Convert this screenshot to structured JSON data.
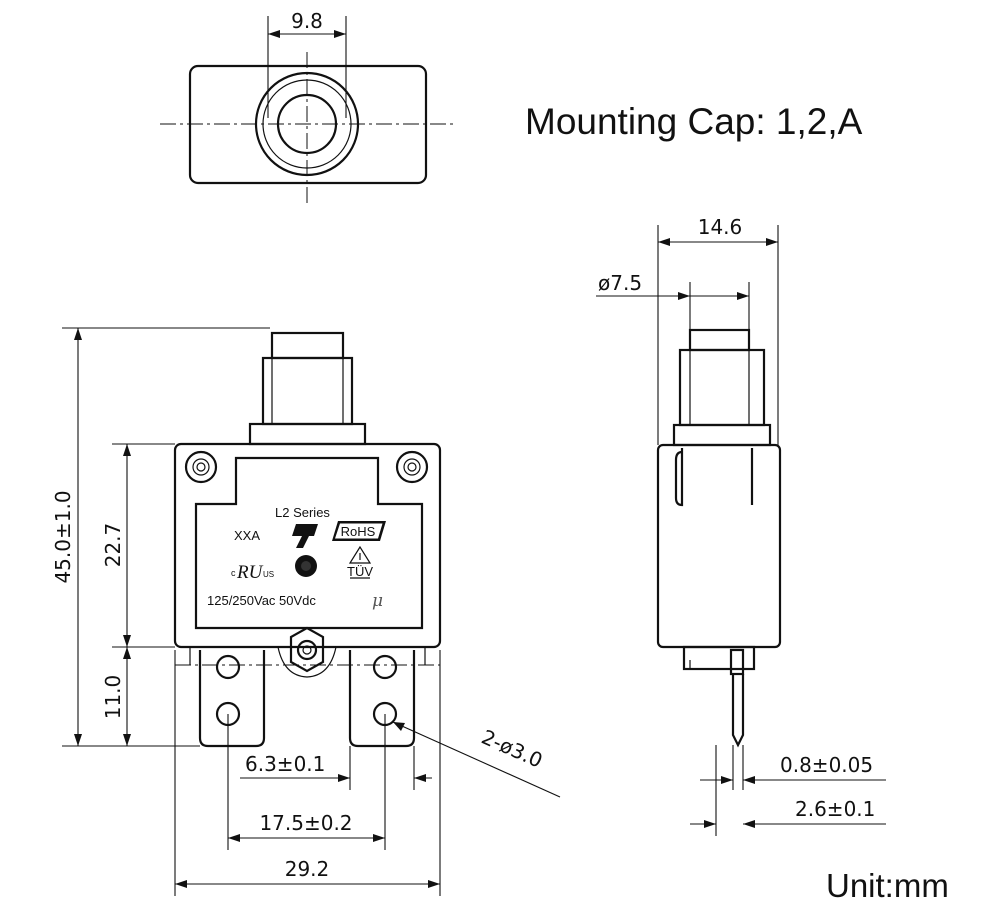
{
  "title": "Mounting Cap: 1,2,A",
  "unit_label": "Unit:mm",
  "dimensions": {
    "top_width": "9.8",
    "side_width": "14.6",
    "side_button_dia": "ø7.5",
    "height_total": "45.0±1.0",
    "height_body": "22.7",
    "height_terminal": "11.0",
    "terminal_width": "6.3±0.1",
    "terminal_pitch": "17.5±0.2",
    "overall_width": "29.2",
    "holes": "2-ø3.0",
    "pin_thickness": "0.8±0.05",
    "pin_offset": "2.6±0.1"
  },
  "label": {
    "series": "L2 Series",
    "rating": "XXA",
    "ts_mark": "TS",
    "rohs": "RoHS",
    "ul_mark": "cRUus",
    "tuv": "TÜV",
    "voltage": "125/250Vac  50Vdc",
    "mu": "μ"
  }
}
